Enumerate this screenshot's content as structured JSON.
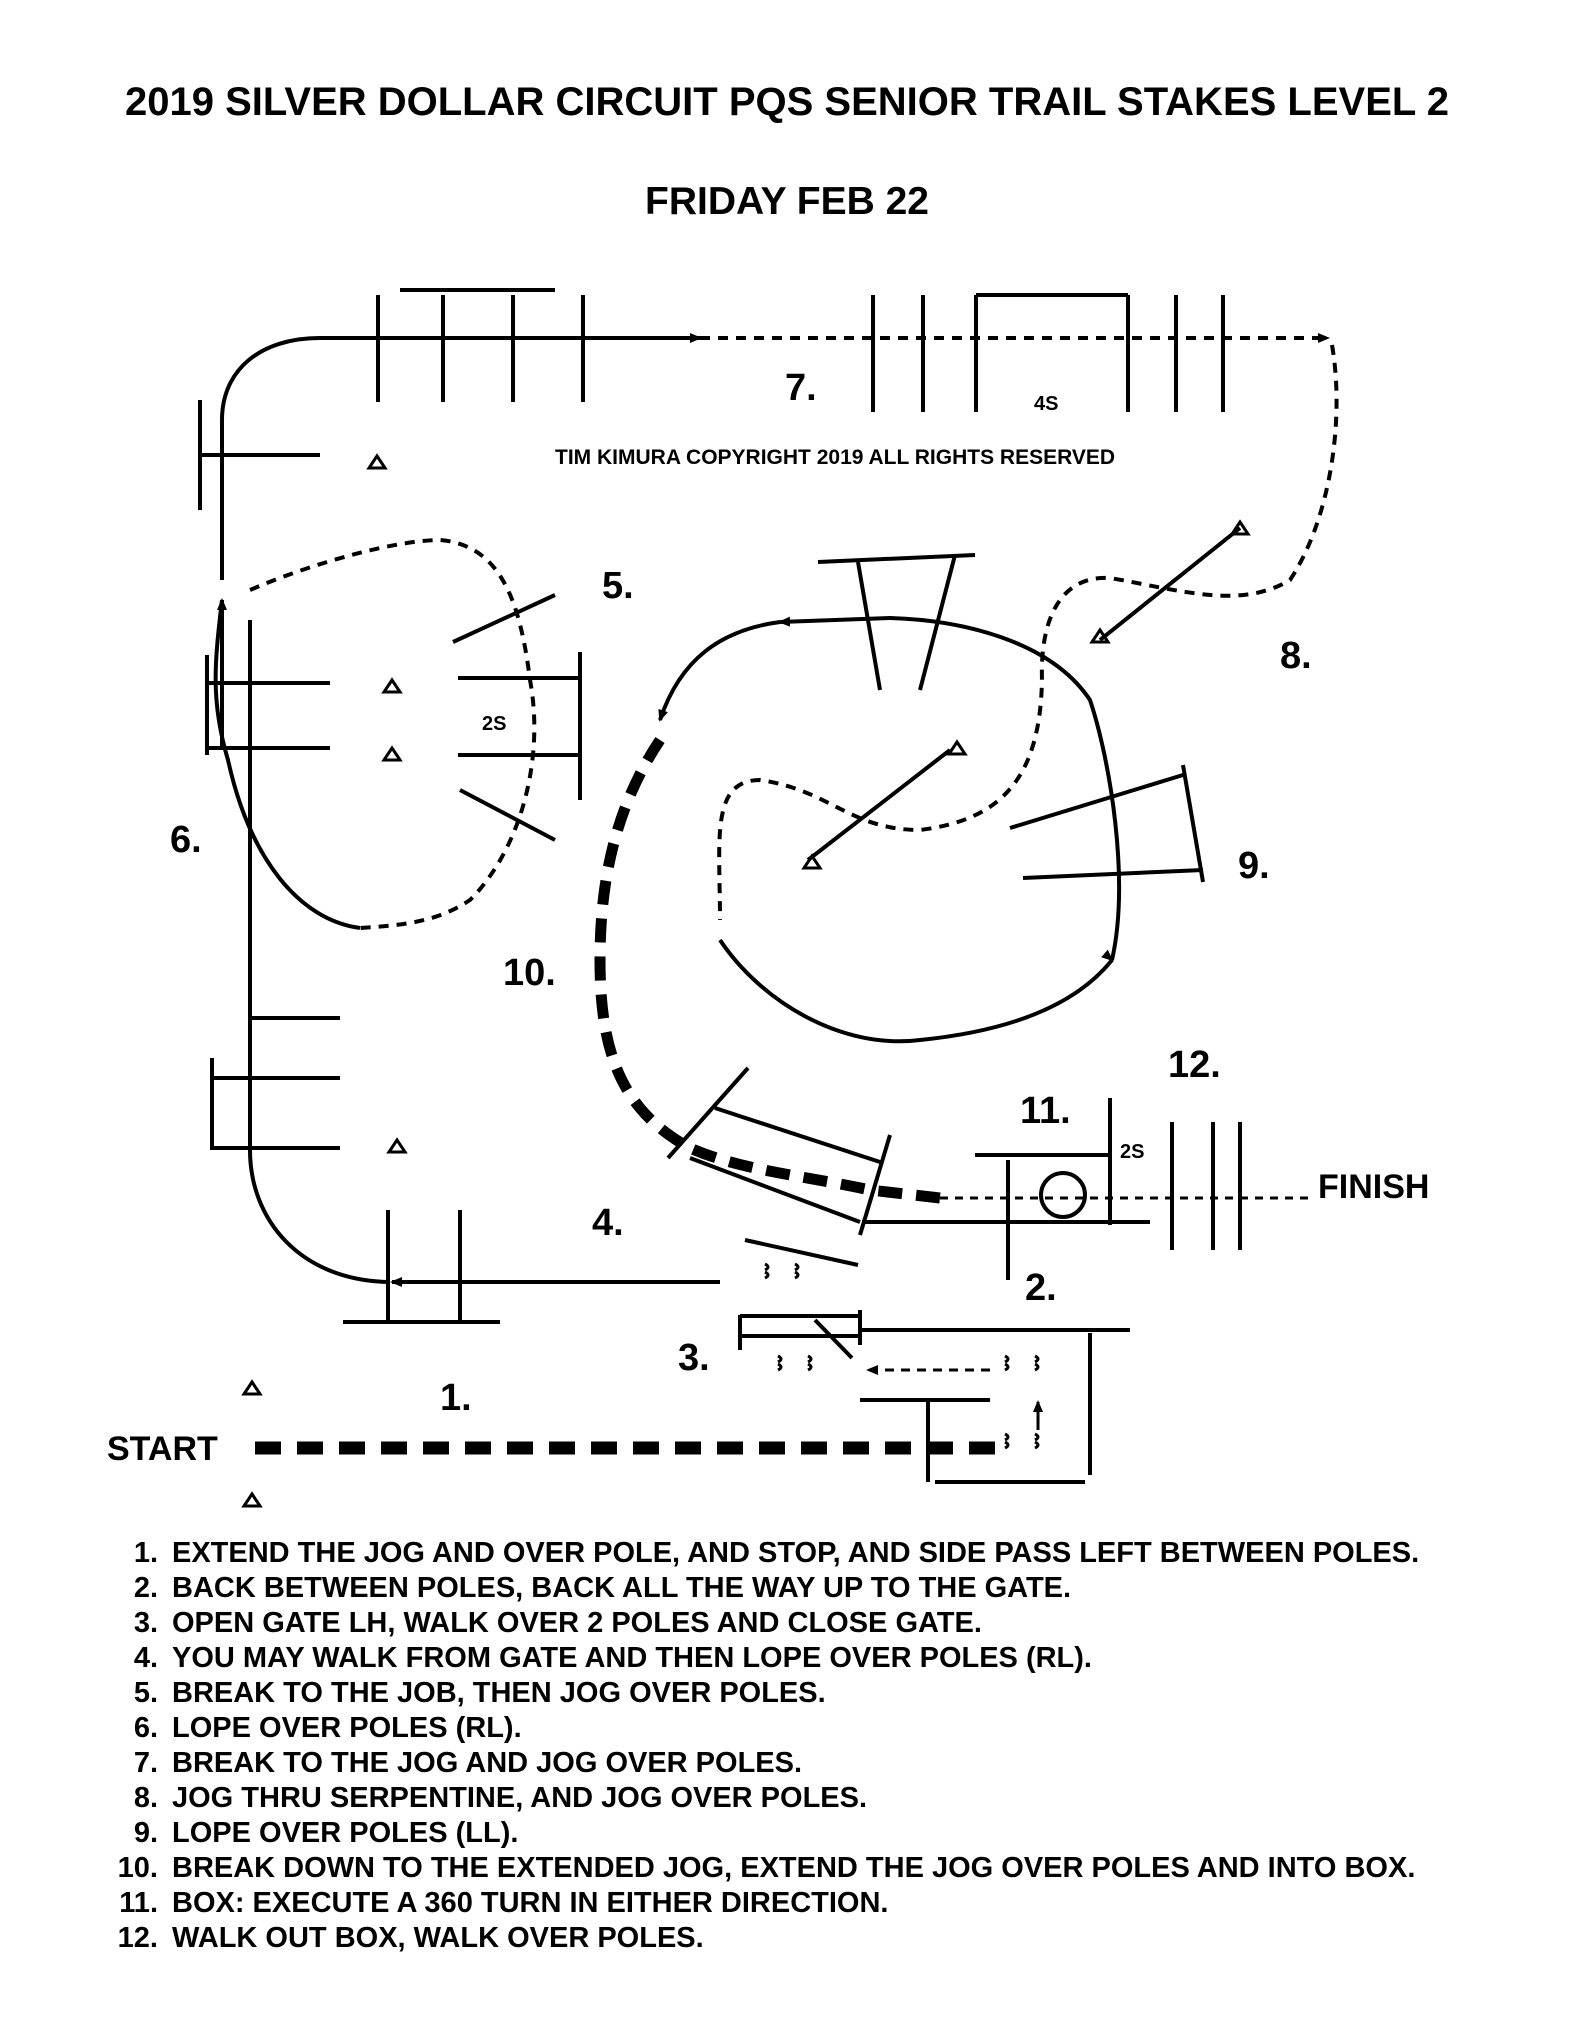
{
  "header": {
    "title": "2019 SILVER DOLLAR CIRCUIT PQS SENIOR TRAIL STAKES LEVEL 2",
    "subtitle": "FRIDAY FEB 22"
  },
  "diagram": {
    "copyright": "TIM KIMURA COPYRIGHT 2019 ALL RIGHTS RESERVED",
    "start_label": "START",
    "finish_label": "FINISH",
    "obstacle_numbers": [
      "1.",
      "2.",
      "3.",
      "4.",
      "5.",
      "6.",
      "7.",
      "8.",
      "9.",
      "10.",
      "11.",
      "12."
    ],
    "spacing_labels": {
      "obstacle_7": "4S",
      "obstacle_5": "2S",
      "obstacle_11": "2S"
    }
  },
  "instructions": [
    {
      "num": "1.",
      "text": "EXTEND THE JOG AND OVER POLE, AND STOP, AND SIDE PASS LEFT BETWEEN POLES."
    },
    {
      "num": "2.",
      "text": "BACK BETWEEN POLES, BACK ALL THE WAY UP TO THE GATE."
    },
    {
      "num": "3.",
      "text": "OPEN GATE LH, WALK OVER 2 POLES AND CLOSE GATE."
    },
    {
      "num": "4.",
      "text": "YOU MAY WALK FROM GATE AND THEN LOPE OVER POLES (RL)."
    },
    {
      "num": "5.",
      "text": "BREAK TO THE JOB, THEN JOG OVER POLES."
    },
    {
      "num": "6.",
      "text": "LOPE OVER POLES (RL)."
    },
    {
      "num": "7.",
      "text": "BREAK TO THE JOG AND JOG OVER POLES."
    },
    {
      "num": "8.",
      "text": "JOG THRU SERPENTINE, AND JOG OVER POLES."
    },
    {
      "num": "9.",
      "text": "LOPE OVER POLES (LL)."
    },
    {
      "num": "10.",
      "text": "BREAK DOWN TO THE EXTENDED JOG,  EXTEND THE JOG OVER POLES AND INTO BOX."
    },
    {
      "num": "11.",
      "text": "BOX: EXECUTE A 360 TURN IN EITHER DIRECTION."
    },
    {
      "num": "12.",
      "text": "WALK OUT BOX, WALK OVER POLES."
    }
  ]
}
